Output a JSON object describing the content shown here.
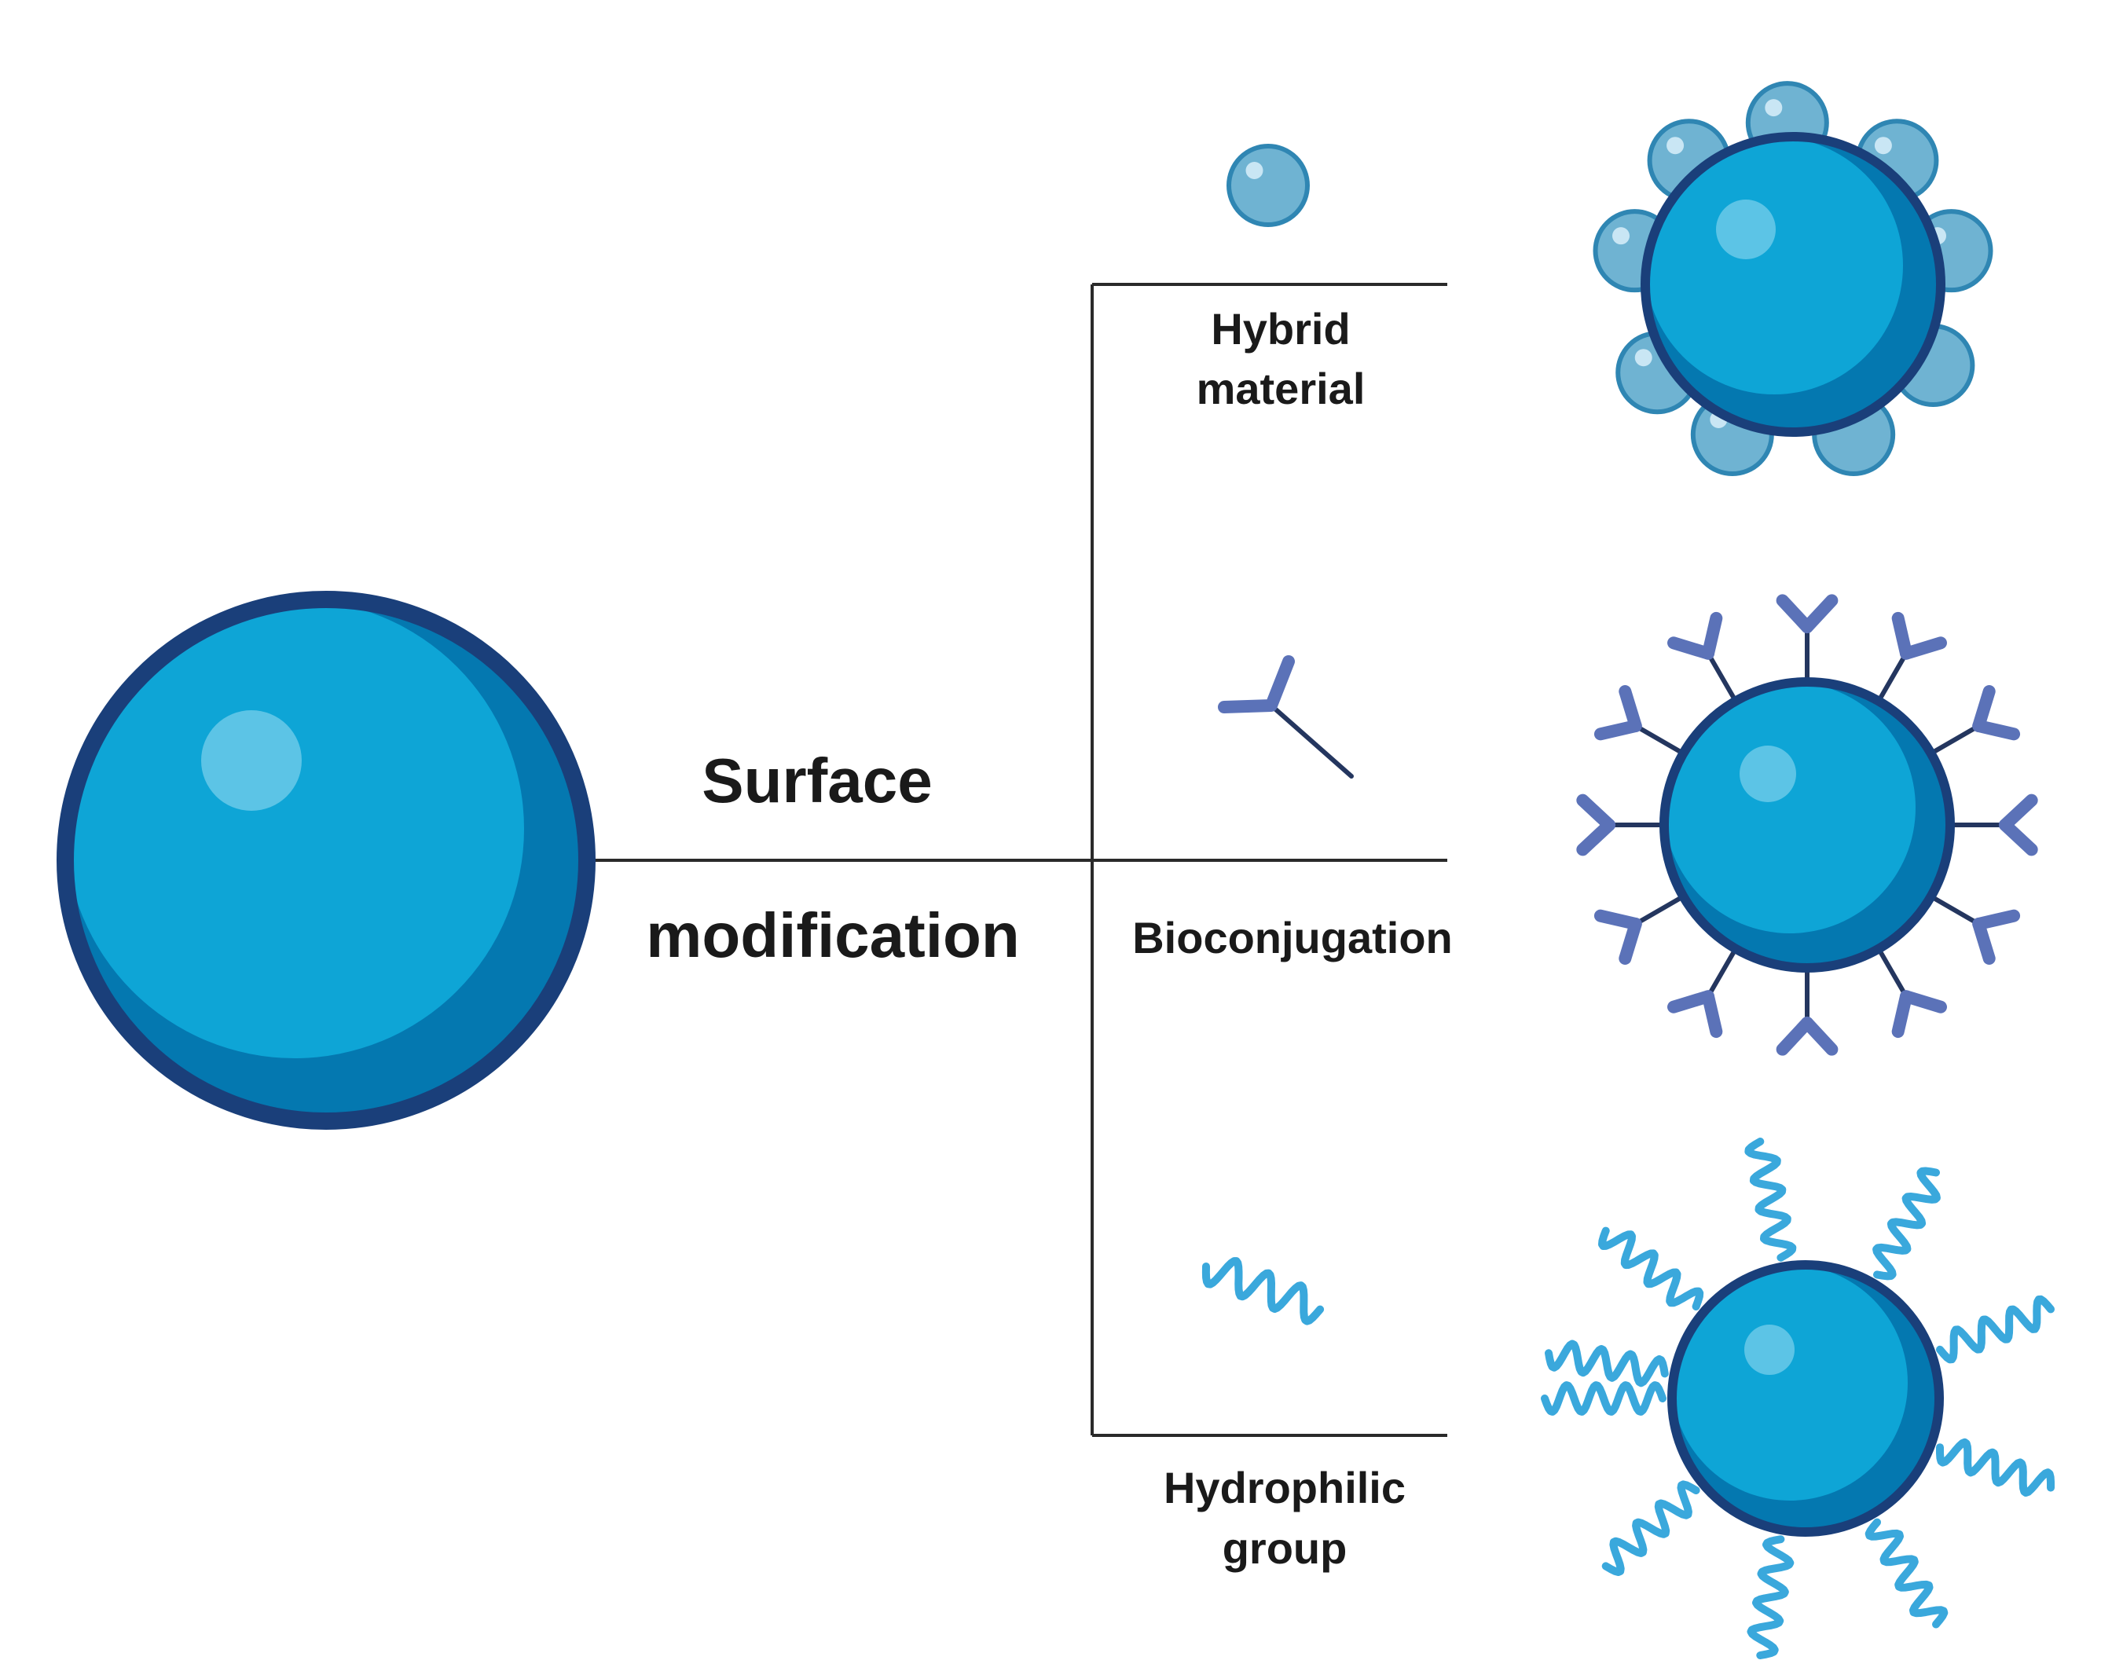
{
  "labels": {
    "surface_line1": "Surface",
    "surface_line2": "modification",
    "hybrid_line1": "Hybrid",
    "hybrid_line2": "material",
    "bioconjugation": "Bioconjugation",
    "hydrophilic_line1": "Hydrophilic",
    "hydrophilic_line2": "group"
  },
  "colors": {
    "core_fill": "#0ea5d6",
    "core_shade": "#0478b0",
    "core_outline": "#1a3f7a",
    "highlight": "#5cc4e6",
    "hybrid_bead": "#6fb3d2",
    "hybrid_bead_outline": "#2f86b3",
    "antibody": "#5b72b8",
    "stalk": "#24365f",
    "wave": "#3aa8dc",
    "line": "#2a2a2a"
  },
  "icons": {
    "hybrid": "hybrid-bead-icon",
    "antibody": "antibody-icon",
    "hydrophilic": "hydrophilic-chain-icon"
  }
}
